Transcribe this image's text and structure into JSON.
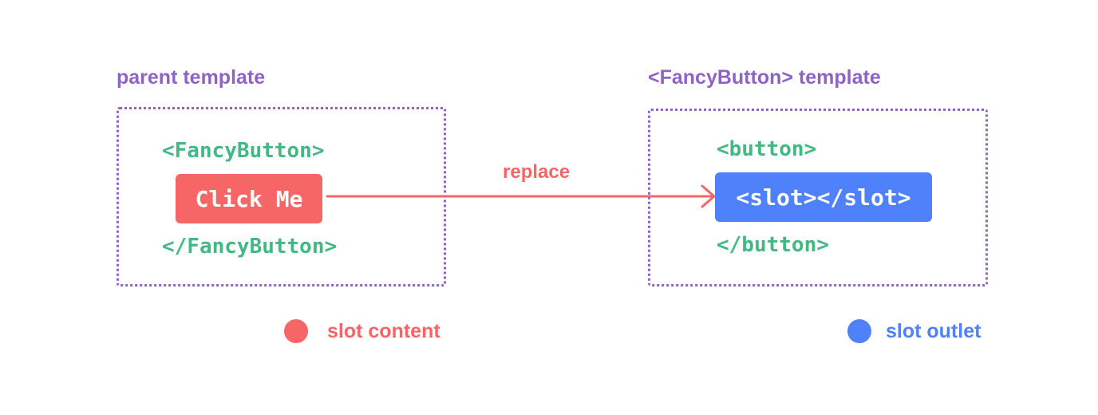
{
  "colors": {
    "purple": "#8e63c6",
    "green": "#42b883",
    "red": "#f66666",
    "blue": "#4f81fb",
    "white": "#ffffff"
  },
  "parent": {
    "title": "parent template",
    "open_tag": "<FancyButton>",
    "content": "Click Me",
    "close_tag": "</FancyButton>"
  },
  "fancy": {
    "title": "<FancyButton> template",
    "open_tag": "<button>",
    "slot": "<slot></slot>",
    "close_tag": "</button>"
  },
  "arrow": {
    "label": "replace"
  },
  "legend": {
    "content": "slot content",
    "outlet": "slot outlet"
  }
}
